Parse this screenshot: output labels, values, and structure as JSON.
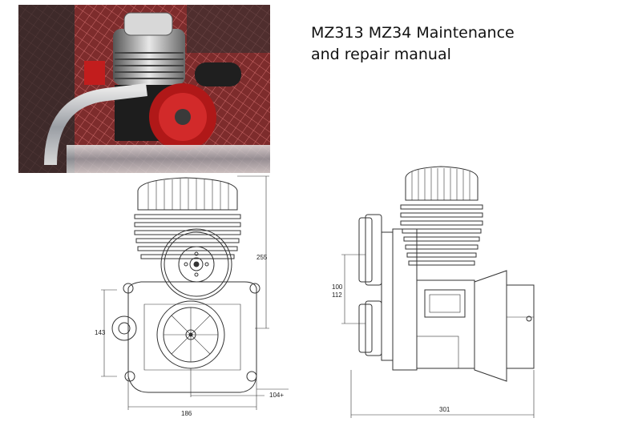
{
  "document": {
    "title_line1": "MZ313 MZ34 Maintenance",
    "title_line2": "and repair manual"
  },
  "photo": {
    "subject": "engine photo"
  },
  "front_view": {
    "dim_height": "255",
    "dim_side": "143",
    "dim_width": "186",
    "dim_offset": "104+"
  },
  "side_view": {
    "dim_pulley_1": "100",
    "dim_pulley_2": "112",
    "dim_length": "301"
  },
  "colors": {
    "line": "#333333",
    "photo_red": "#c21d1d",
    "photo_metal": "#b8bcc2"
  }
}
